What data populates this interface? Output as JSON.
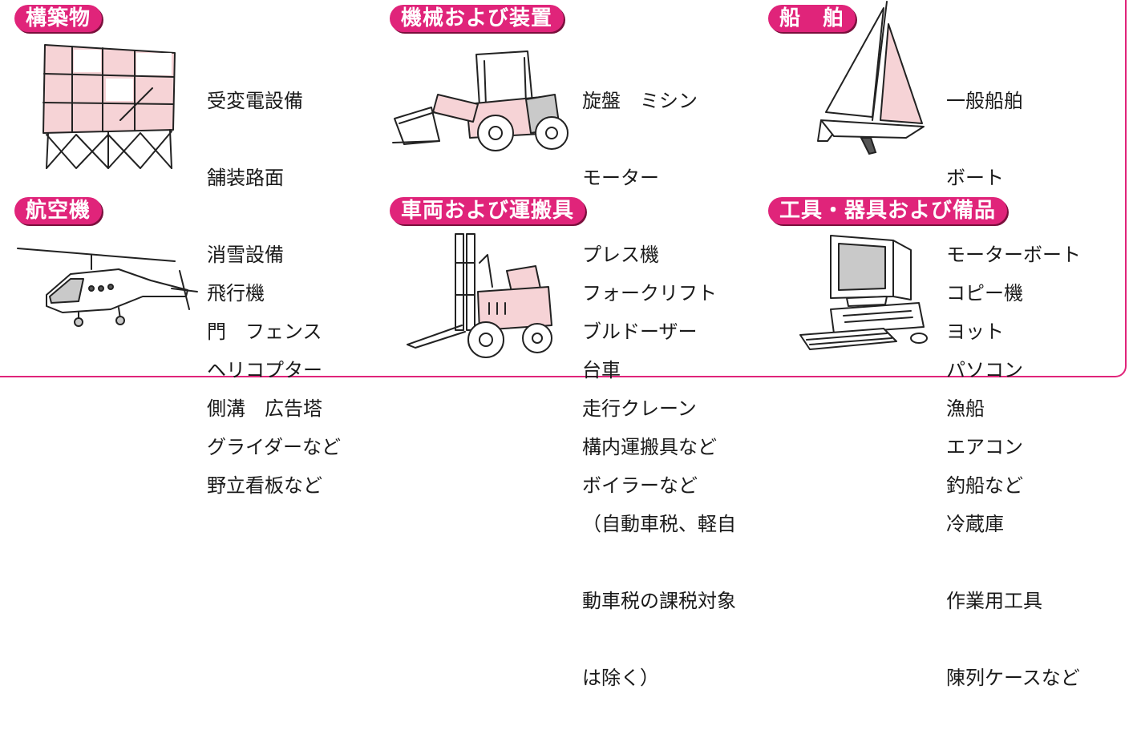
{
  "categories": [
    {
      "title": "構築物",
      "items": [
        "受変電設備",
        "舗装路面",
        "消雪設備",
        "門　フェンス",
        "側溝　広告塔",
        "野立看板など"
      ]
    },
    {
      "title": "機械および装置",
      "items": [
        "旋盤　ミシン",
        "モーター",
        "プレス機",
        "ブルドーザー",
        "走行クレーン",
        "ボイラーなど"
      ]
    },
    {
      "title": "船　舶",
      "items": [
        "一般船舶",
        "ボート",
        "モーターボート",
        "ヨット",
        "漁船",
        "釣船など"
      ]
    },
    {
      "title": "航空機",
      "items": [
        "飛行機",
        "ヘリコプター",
        "グライダーなど"
      ]
    },
    {
      "title": "車両および運搬具",
      "items": [
        "フォークリフト",
        "台車",
        "構内運搬具など",
        "（自動車税、軽自",
        "動車税の課税対象",
        "は除く）"
      ]
    },
    {
      "title": "工具・器具および備品",
      "items": [
        "コピー機",
        "パソコン",
        "エアコン",
        "冷蔵庫",
        "作業用工具",
        "陳列ケースなど"
      ]
    }
  ],
  "colors": {
    "accent": "#e0247a",
    "illustration_fill": "#f6d3d6"
  },
  "illustrations": [
    "billboard",
    "wheel-loader",
    "sailboat",
    "helicopter",
    "forklift",
    "desktop-computer"
  ]
}
